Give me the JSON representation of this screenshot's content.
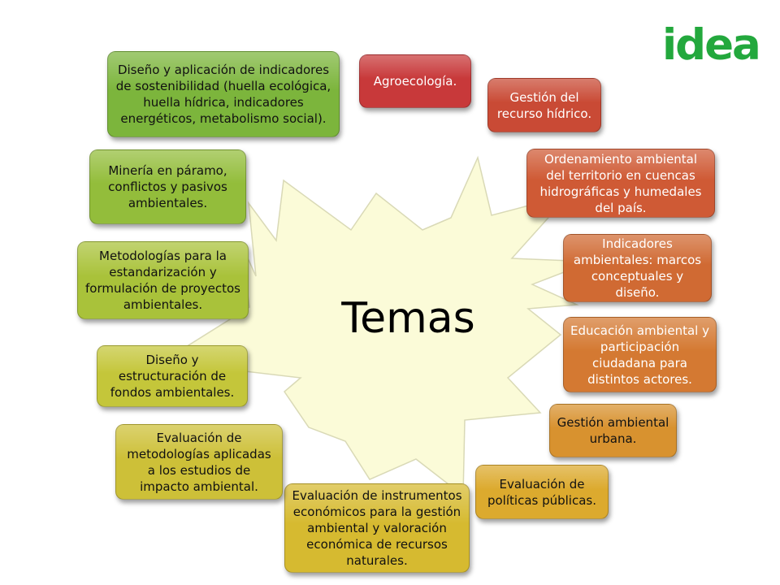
{
  "center_title": "Temas",
  "logo_text": "idea",
  "colors": {
    "star_fill": "#fbfbd8",
    "star_stroke": "#d9d9b6",
    "logo": "#23a83d"
  },
  "topics": [
    {
      "id": "agroecologia",
      "label": "Agroecología.",
      "color": "#c8393a"
    },
    {
      "id": "gestion-recurso-hidrico",
      "label": "Gestión del recurso hídrico.",
      "color": "#c94a35"
    },
    {
      "id": "ordenamiento-ambiental",
      "label": "Ordenamiento ambiental del territorio en cuencas hidrográficas y humedales del país.",
      "color": "#cf5a35"
    },
    {
      "id": "indicadores-ambientales",
      "label": "Indicadores ambientales: marcos conceptuales y diseño.",
      "color": "#d06a33"
    },
    {
      "id": "educacion-ambiental",
      "label": "Educación ambiental y participación ciudadana para distintos actores.",
      "color": "#d47932"
    },
    {
      "id": "gestion-ambiental-urbana",
      "label": "Gestión ambiental urbana.",
      "color": "#d8922f"
    },
    {
      "id": "evaluacion-politicas",
      "label": "Evaluación de políticas públicas.",
      "color": "#dcaa2e"
    },
    {
      "id": "evaluacion-instrumentos",
      "label": "Evaluación de instrumentos económicos para la gestión ambiental y valoración económica de recursos naturales.",
      "color": "#d6ba30"
    },
    {
      "id": "evaluacion-metodologias",
      "label": "Evaluación de metodologías aplicadas a los estudios de impacto ambiental.",
      "color": "#cdc038"
    },
    {
      "id": "fondos-ambientales",
      "label": "Diseño y estructuración de fondos ambientales.",
      "color": "#c4c63a"
    },
    {
      "id": "metodologias-estandarizacion",
      "label": "Metodologías para la estandarización y formulación de proyectos ambientales.",
      "color": "#a9c23a"
    },
    {
      "id": "mineria-paramo",
      "label": "Minería en páramo, conflictos y pasivos ambientales.",
      "color": "#93bd3b"
    },
    {
      "id": "indicadores-sostenibilidad",
      "label": "Diseño y aplicación de indicadores de sostenibilidad (huella ecológica, huella hídrica, indicadores energéticos, metabolismo social).",
      "color": "#7cb53c"
    }
  ]
}
